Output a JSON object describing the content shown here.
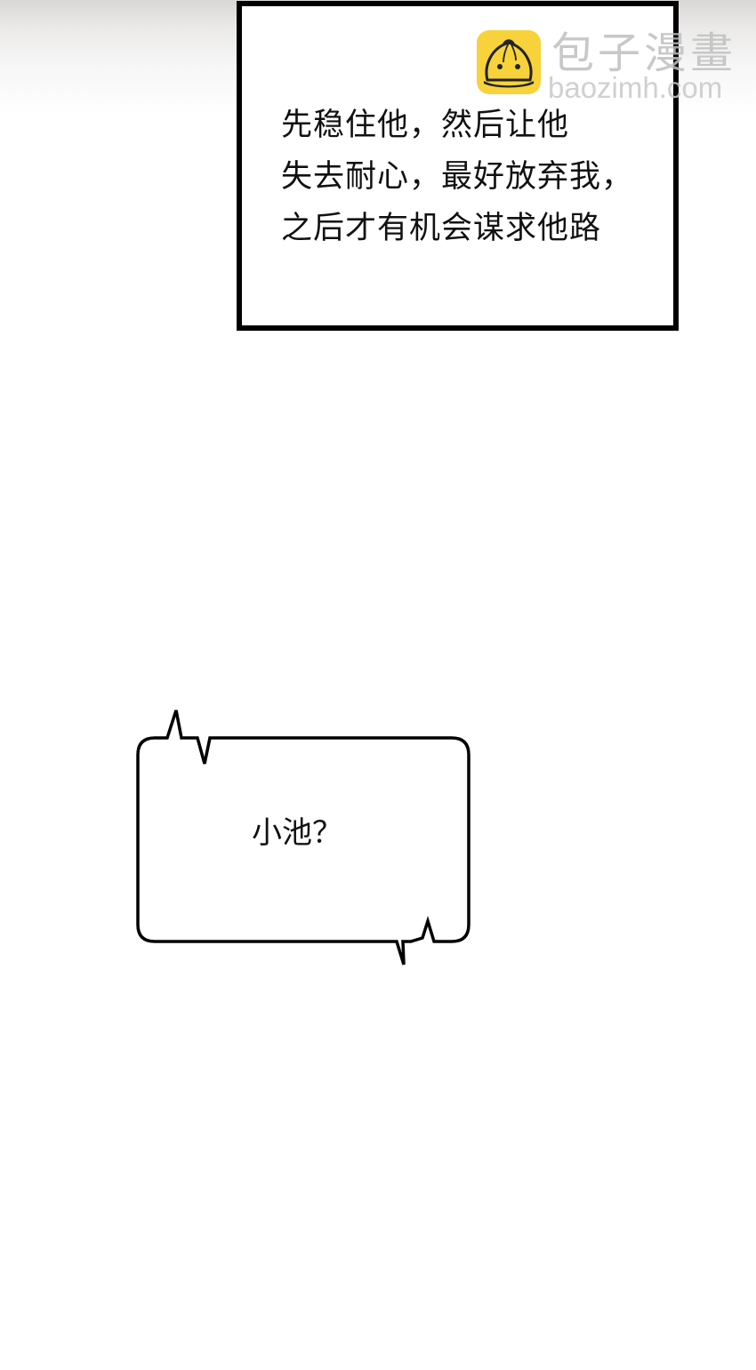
{
  "page": {
    "background": "#ffffff",
    "top_fade_color": "#d9d7d6"
  },
  "watermark": {
    "icon": "steamed-bun-icon",
    "icon_color": "#f7d23a",
    "title": "包子漫畫",
    "url": "baozimh.com"
  },
  "narration_box": {
    "border_color": "#000000",
    "lines": [
      "先稳住他，然后让他",
      "失去耐心，最好放弃我，",
      "之后才有机会谋求他路"
    ]
  },
  "speech_bubble": {
    "text": "小池？",
    "style": "rounded-spiky"
  }
}
